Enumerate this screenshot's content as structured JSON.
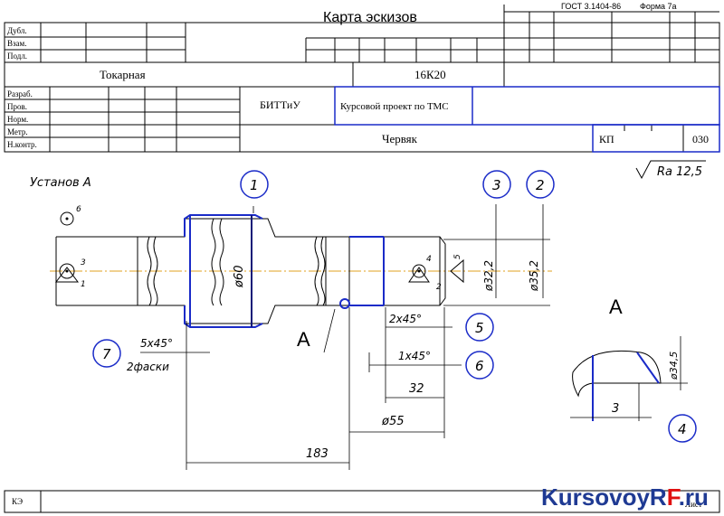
{
  "header": {
    "gost": "ГОСТ  3.1404-86",
    "form": "Форма  7а",
    "title": "Карта эскизов",
    "dubl": "Дубл.",
    "vzam": "Взам.",
    "podl": "Подл."
  },
  "operation": {
    "name": "Токарная",
    "machine": "16К20"
  },
  "signatures": [
    "Разраб.",
    "Пров.",
    "Норм.",
    "Метр.",
    "Н.контр."
  ],
  "org": "БИТТиУ",
  "project": "Курсовой проект по ТМС",
  "part": "Червяк",
  "doc_code": "КП",
  "op_number": "030",
  "footer": {
    "ke": "КЭ",
    "sheet": "Лист"
  },
  "watermark": {
    "text_a": "KursovoyR",
    "text_b": "F",
    "text_c": ".ru",
    "color_main": "#1f3a93",
    "color_accent": "#e01010"
  },
  "drawing": {
    "setup": "Установ А",
    "roughness": "Ra 12,5",
    "view_label": "A",
    "detail_label": "A",
    "surfaces": [
      "1",
      "2",
      "3",
      "4",
      "5",
      "6",
      "7"
    ],
    "dim_dia60": "ø60",
    "dim_dia322": "ø32,2",
    "dim_dia352": "ø35,2",
    "dim_chamfer_2x45": "2x45°",
    "dim_chamfer_1x45": "1x45°",
    "dim_32": "32",
    "dim_55": "ø55",
    "dim_183": "183",
    "chamfer_note_1": "5x45°",
    "chamfer_note_2": "2фаски",
    "detail_dia": "ø34,5",
    "detail_width": "3",
    "base_labels": [
      "6",
      "3",
      "1",
      "4",
      "5",
      "2"
    ]
  }
}
